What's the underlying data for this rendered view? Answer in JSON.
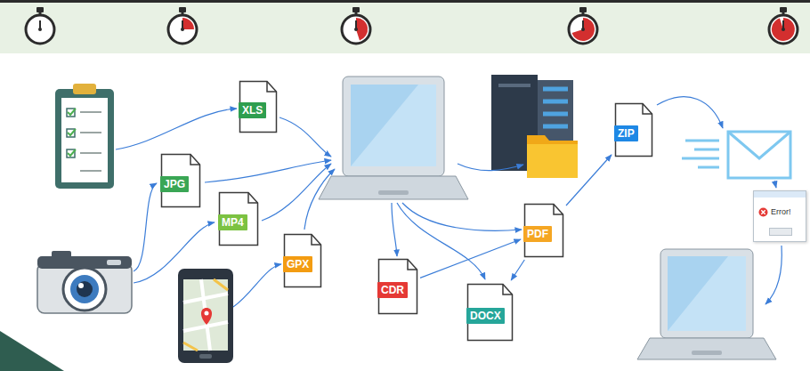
{
  "diagram": {
    "nodes": [
      {
        "text": [
          "XLS"
        ]
      },
      {
        "text": [
          "JPG"
        ]
      },
      {
        "text": [
          "MP4"
        ]
      },
      {
        "text": [
          "GPX"
        ]
      },
      {
        "text": [
          "CDR"
        ]
      },
      {
        "text": [
          "DOCX"
        ]
      },
      {
        "text": [
          "PDF"
        ]
      },
      {
        "text": [
          "ZIP"
        ]
      },
      {
        "text": [
          "Error!"
        ]
      }
    ],
    "edges": [
      {
        "from": 4,
        "to": 6,
        "arrow": "to"
      },
      {
        "from": 6,
        "to": 5,
        "arrow": "to"
      },
      {
        "from": 6,
        "to": 7,
        "arrow": "to"
      }
    ]
  }
}
